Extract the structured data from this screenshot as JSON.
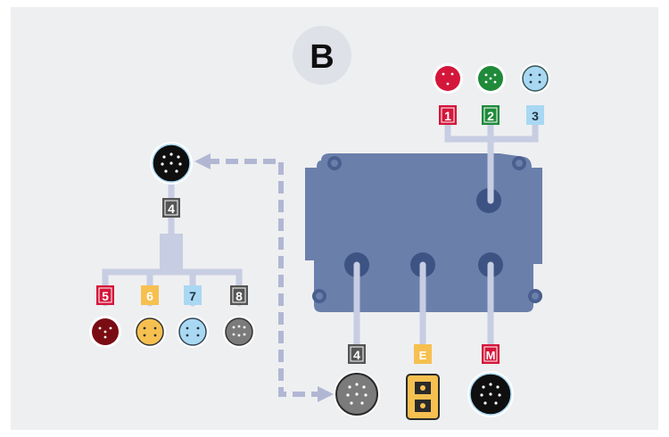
{
  "header": {
    "letter": "B"
  },
  "colors": {
    "panel": "#eeeff1",
    "body": "#6a80ab",
    "body_dark": "#3d5383",
    "cable": "#c7cde2",
    "dash": "#b1b7d3",
    "red": "#d4163a",
    "green": "#1f8a3a",
    "lightblue": "#a9d8f2",
    "darkred": "#7a0d14",
    "yellow": "#f6c050",
    "gray": "#7b7b7b",
    "black": "#0f0f0f",
    "tag_dark": "#555555"
  },
  "top_connectors": [
    {
      "id": "red-connector",
      "label": "1",
      "color": "red",
      "tag": "red"
    },
    {
      "id": "green-connector",
      "label": "2",
      "color": "green",
      "tag": "green"
    },
    {
      "id": "lightblue-connector",
      "label": "3",
      "color": "lightblue",
      "tag": "lightblue"
    }
  ],
  "hub": {
    "label": "4"
  },
  "hub_outputs": [
    {
      "id": "darkred-connector",
      "label": "5",
      "color": "darkred",
      "tag": "red"
    },
    {
      "id": "yellow-connector",
      "label": "6",
      "color": "yellow",
      "tag": "yellow"
    },
    {
      "id": "lightblue-connector-2",
      "label": "7",
      "color": "lightblue",
      "tag": "lightblue"
    },
    {
      "id": "gray-connector",
      "label": "8",
      "color": "gray",
      "tag": "dark"
    }
  ],
  "bottom_connectors": [
    {
      "id": "gray-round-connector",
      "label": "4"
    },
    {
      "id": "yellow-square-connector",
      "label": "E"
    },
    {
      "id": "black-round-connector",
      "label": "M"
    }
  ]
}
